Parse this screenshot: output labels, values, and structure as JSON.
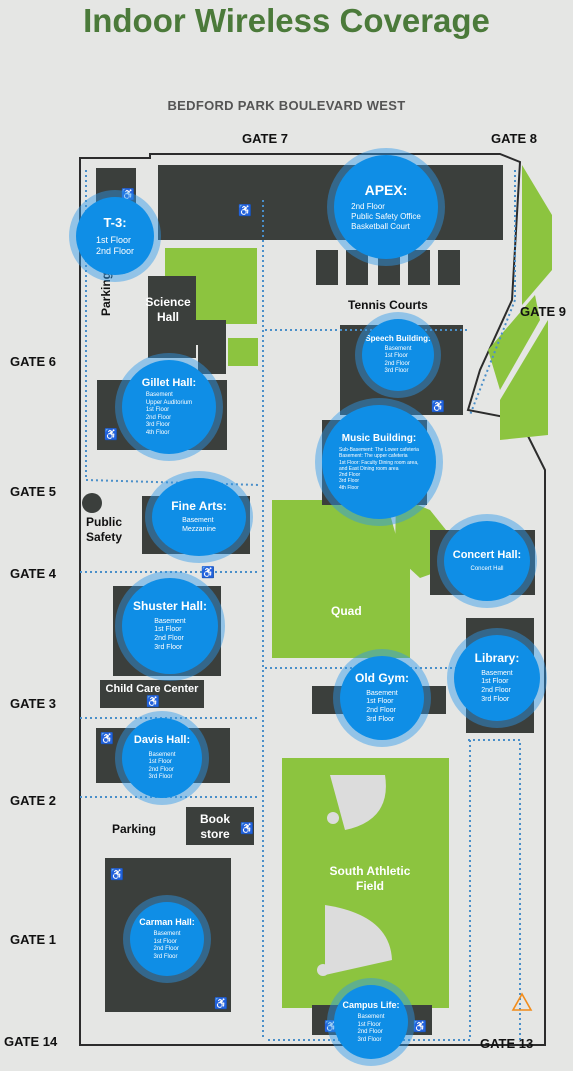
{
  "title": "Indoor Wireless Coverage",
  "street": "BEDFORD PARK BOULEVARD WEST",
  "gates": {
    "g7": "GATE 7",
    "g8": "GATE 8",
    "g9": "GATE 9",
    "g6": "GATE 6",
    "g5": "GATE 5",
    "g4": "GATE 4",
    "g3": "GATE 3",
    "g2": "GATE 2",
    "g1": "GATE 1",
    "g14": "GATE 14",
    "g13": "GATE 13"
  },
  "places": {
    "parking_top": "Parking",
    "parking_bottom": "Parking",
    "science_hall": "Science\nHall",
    "tennis_courts": "Tennis Courts",
    "public_safety": "Public\nSafety",
    "quad": "Quad",
    "child_care": "Child Care Center",
    "book_store": "Book\nstore",
    "south_field": "South Athletic\nField"
  },
  "coverage": {
    "apex": {
      "name": "APEX:",
      "floors": [
        "2nd Floor",
        "Public Safety Office",
        "Basketball Court"
      ]
    },
    "t3": {
      "name": "T-3:",
      "floors": [
        "1st  Floor",
        "2nd  Floor"
      ]
    },
    "speech": {
      "name": "Speech Building:",
      "floors": [
        "Basement",
        "1st Floor",
        "2nd Floor",
        "3rd Floor"
      ]
    },
    "gillet": {
      "name": "Gillet Hall:",
      "floors": [
        "Basement",
        "Upper Auditorium",
        "1st Floor",
        "2nd Floor",
        "3rd Floor",
        "4th Floor"
      ]
    },
    "music": {
      "name": "Music Building:",
      "floors": [
        "Sub-Basement: The Lower cafeteria",
        "Basement: The upper cafeteria",
        "1st Floor: Faculty Dining room area,",
        "and East Dining room area",
        "2nd Floor",
        "3rd  Floor",
        "4th  Floor"
      ]
    },
    "finearts": {
      "name": "Fine Arts:",
      "floors": [
        "Basement",
        "Mezzanine"
      ]
    },
    "concert": {
      "name": "Concert Hall:",
      "floors": [
        "Concert Hall"
      ]
    },
    "shuster": {
      "name": "Shuster Hall:",
      "floors": [
        "Basement",
        "1st Floor",
        "2nd Floor",
        "3rd Floor"
      ]
    },
    "library": {
      "name": "Library:",
      "floors": [
        "Basement",
        "1st Floor",
        "2nd Floor",
        "3rd Floor"
      ]
    },
    "oldgym": {
      "name": "Old Gym:",
      "floors": [
        "Basement",
        "1st Floor",
        "2nd Floor",
        "3rd Floor"
      ]
    },
    "davis": {
      "name": "Davis Hall:",
      "floors": [
        "Basement",
        "1st Floor",
        "2nd Floor",
        "3rd Floor"
      ]
    },
    "carman": {
      "name": "Carman Hall:",
      "floors": [
        "Basement",
        "1st Floor",
        "2nd Floor",
        "3rd Floor"
      ]
    },
    "campuslife": {
      "name": "Campus Life:",
      "floors": [
        "Basement",
        "1st Floor",
        "2nd Floor",
        "3rd Floor"
      ]
    }
  },
  "icons": {
    "accessible": "wheelchair-icon",
    "warning": "warning-triangle-icon"
  },
  "colors": {
    "building": "#3b3f3c",
    "green": "#8cc43f",
    "wifi": "#0f8ee6",
    "wifi_ring": "#2c99eb",
    "title": "#4b7a3a",
    "path": "#4a8fc9"
  }
}
